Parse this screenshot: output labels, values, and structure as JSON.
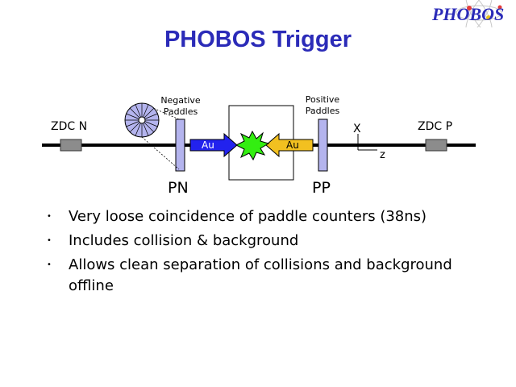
{
  "slide": {
    "logo_text": "PHOBOS",
    "title": "PHOBOS Trigger",
    "diagram": {
      "negative_paddles_label": [
        "Negative",
        "Paddles"
      ],
      "positive_paddles_label": [
        "Positive",
        "Paddles"
      ],
      "zdc_n_label": "ZDC N",
      "zdc_p_label": "ZDC P",
      "beam_left_label": "Au",
      "beam_right_label": "Au",
      "axis_x_label": "X",
      "axis_z_label": "z",
      "pn_label": "PN",
      "pp_label": "PP",
      "colors": {
        "title": "#2b2bb8",
        "paddle": "#b4b4ee",
        "arrow_left": "#2222ee",
        "arrow_right": "#f2c020",
        "collision": "#33ee11",
        "zdc": "#8c8c8c"
      }
    },
    "bullets": [
      "Very loose coincidence of paddle counters (38ns)",
      "Includes collision & background",
      "Allows clean separation of collisions and background offline"
    ]
  }
}
